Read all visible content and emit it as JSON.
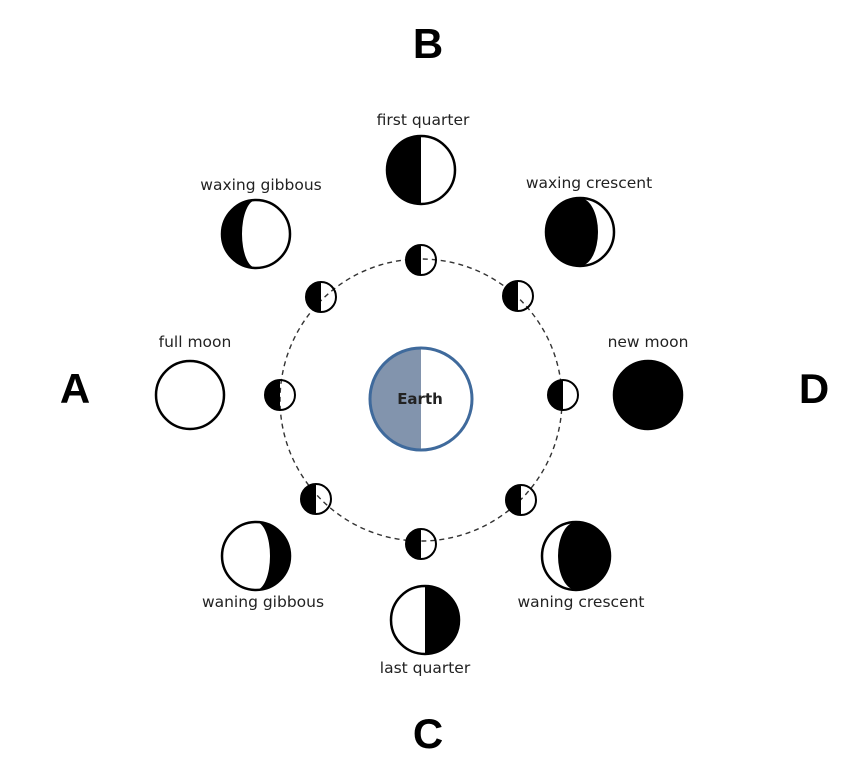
{
  "directions": {
    "a": "A",
    "b": "B",
    "c": "C",
    "d": "D"
  },
  "earth": {
    "label": "Earth",
    "dark_color": "#8294ad",
    "outline_color": "#3f6a9c"
  },
  "phases": {
    "first_quarter": "first quarter",
    "waxing_crescent": "waxing crescent",
    "waxing_gibbous": "waxing gibbous",
    "full_moon": "full moon",
    "new_moon": "new moon",
    "waning_gibbous": "waning gibbous",
    "waning_crescent": "waning crescent",
    "last_quarter": "last quarter"
  },
  "orbit": {
    "style": "dashed",
    "orbit_moon_count": 8,
    "orbit_moon_lit_side": "right"
  }
}
